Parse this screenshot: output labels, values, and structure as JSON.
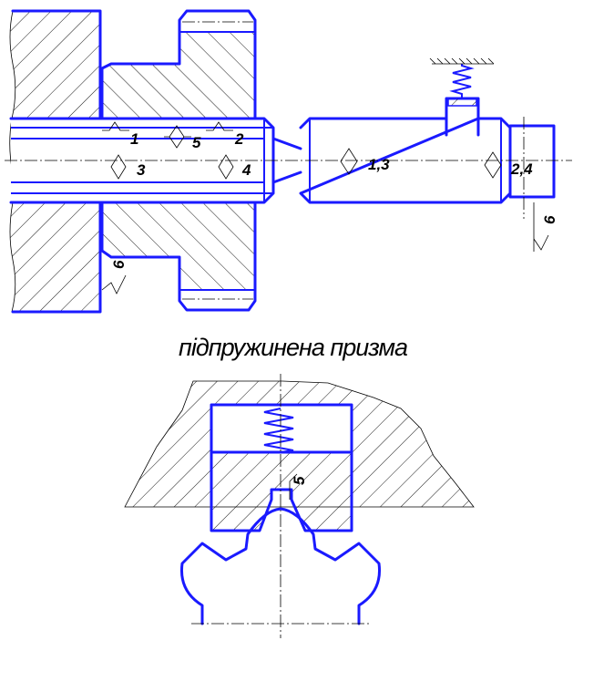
{
  "caption": "підпружинена призма",
  "labels": {
    "l1": "1",
    "l2": "2",
    "l3": "3",
    "l4": "4",
    "l5": "5",
    "l13": "1,3",
    "l24": "2,4",
    "rough_a": "6",
    "rough_b": "6",
    "prism_mark": "5"
  },
  "colors": {
    "outline": "#1a1aff",
    "hatch": "#000000",
    "background": "#ffffff"
  }
}
